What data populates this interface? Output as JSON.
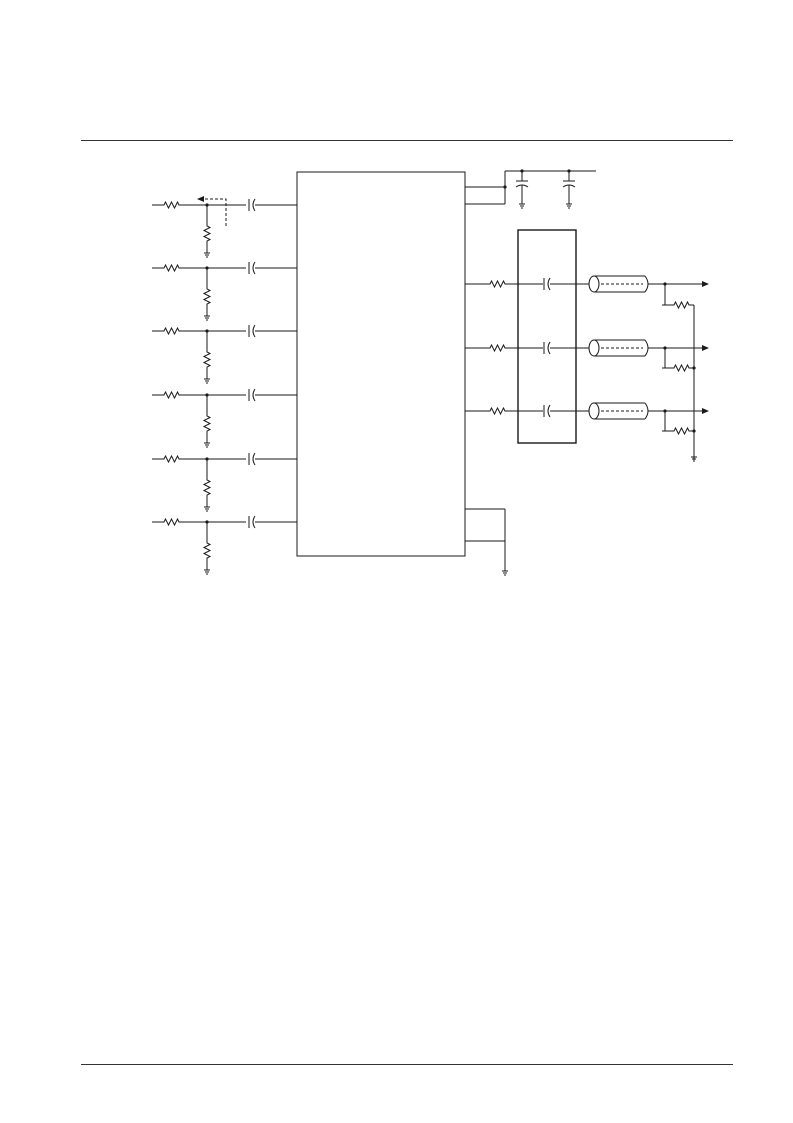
{
  "document": {
    "header_rule": true,
    "footer_rule": true
  },
  "schematic": {
    "ic": {
      "input_pins": 6,
      "output_pins": 3,
      "supply_pins": 2,
      "ground_pins": 2
    },
    "input_channels": 6,
    "output_channels": 3,
    "stroke_color": "#1a1a1a"
  }
}
